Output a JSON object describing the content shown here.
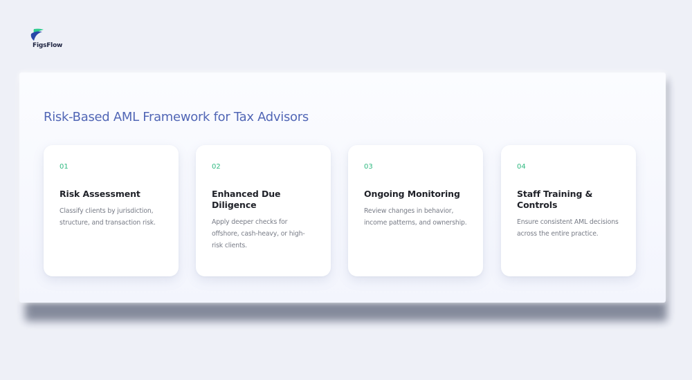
{
  "brand": {
    "name": "FigsFlow",
    "logo_icon": "figsflow-leaf-logo",
    "colors": {
      "logo_green": "#2ecc8f",
      "logo_blue": "#2747a8",
      "text_dark": "#1d2340"
    }
  },
  "panel": {
    "title": "Risk-Based AML Framework for Tax Advisors",
    "title_color": "#5166b5",
    "accent_color": "#2fb980",
    "cards": [
      {
        "number": "01",
        "title": "Risk Assessment",
        "description": "Classify clients by jurisdiction, structure, and transaction risk."
      },
      {
        "number": "02",
        "title": "Enhanced Due Diligence",
        "description": "Apply deeper checks for offshore, cash-heavy, or high-risk clients."
      },
      {
        "number": "03",
        "title": "Ongoing Monitoring",
        "description": "Review changes in behavior, income patterns, and ownership."
      },
      {
        "number": "04",
        "title": "Staff Training & Controls",
        "description": "Ensure consistent AML decisions across the entire practice."
      }
    ]
  }
}
